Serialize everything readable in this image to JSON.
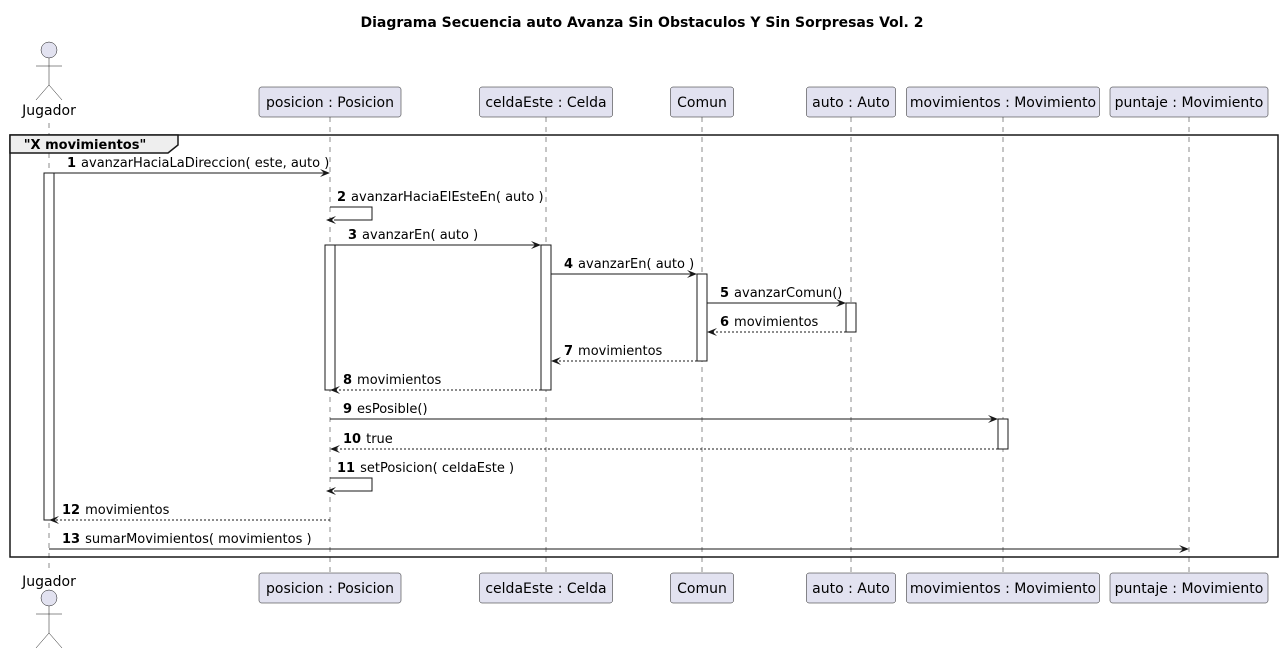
{
  "title": "Diagrama Secuencia auto Avanza Sin Obstaculos Y Sin Sorpresas Vol. 2",
  "participants": [
    {
      "id": "jugador",
      "label": "Jugador",
      "kind": "actor"
    },
    {
      "id": "posicion",
      "label": "posicion : Posicion",
      "kind": "box"
    },
    {
      "id": "celdaEste",
      "label": "celdaEste : Celda",
      "kind": "box"
    },
    {
      "id": "comun",
      "label": "Comun",
      "kind": "box"
    },
    {
      "id": "auto",
      "label": "auto : Auto",
      "kind": "box"
    },
    {
      "id": "movimientos",
      "label": "movimientos : Movimiento",
      "kind": "box"
    },
    {
      "id": "puntaje",
      "label": "puntaje : Movimiento",
      "kind": "box"
    }
  ],
  "frame": {
    "label": "\"X movimientos\""
  },
  "messages": [
    {
      "n": "1",
      "text": "avanzarHaciaLaDireccion( este, auto )",
      "from": "jugador",
      "to": "posicion",
      "reply": false
    },
    {
      "n": "2",
      "text": "avanzarHaciaElEsteEn( auto )",
      "from": "posicion",
      "to": "posicion",
      "reply": false
    },
    {
      "n": "3",
      "text": "avanzarEn( auto )",
      "from": "posicion",
      "to": "celdaEste",
      "reply": false
    },
    {
      "n": "4",
      "text": "avanzarEn( auto )",
      "from": "celdaEste",
      "to": "comun",
      "reply": false
    },
    {
      "n": "5",
      "text": "avanzarComun()",
      "from": "comun",
      "to": "auto",
      "reply": false
    },
    {
      "n": "6",
      "text": "movimientos",
      "from": "auto",
      "to": "comun",
      "reply": true
    },
    {
      "n": "7",
      "text": "movimientos",
      "from": "comun",
      "to": "celdaEste",
      "reply": true
    },
    {
      "n": "8",
      "text": "movimientos",
      "from": "celdaEste",
      "to": "posicion",
      "reply": true
    },
    {
      "n": "9",
      "text": "esPosible()",
      "from": "posicion",
      "to": "movimientos",
      "reply": false
    },
    {
      "n": "10",
      "text": "true",
      "from": "movimientos",
      "to": "posicion",
      "reply": true
    },
    {
      "n": "11",
      "text": "setPosicion( celdaEste )",
      "from": "posicion",
      "to": "posicion",
      "reply": false
    },
    {
      "n": "12",
      "text": "movimientos",
      "from": "posicion",
      "to": "jugador",
      "reply": true
    },
    {
      "n": "13",
      "text": "sumarMovimientos( movimientos )",
      "from": "jugador",
      "to": "puntaje",
      "reply": false
    }
  ],
  "colors": {
    "participant_fill": "#E2E2F0",
    "line": "#181818"
  }
}
